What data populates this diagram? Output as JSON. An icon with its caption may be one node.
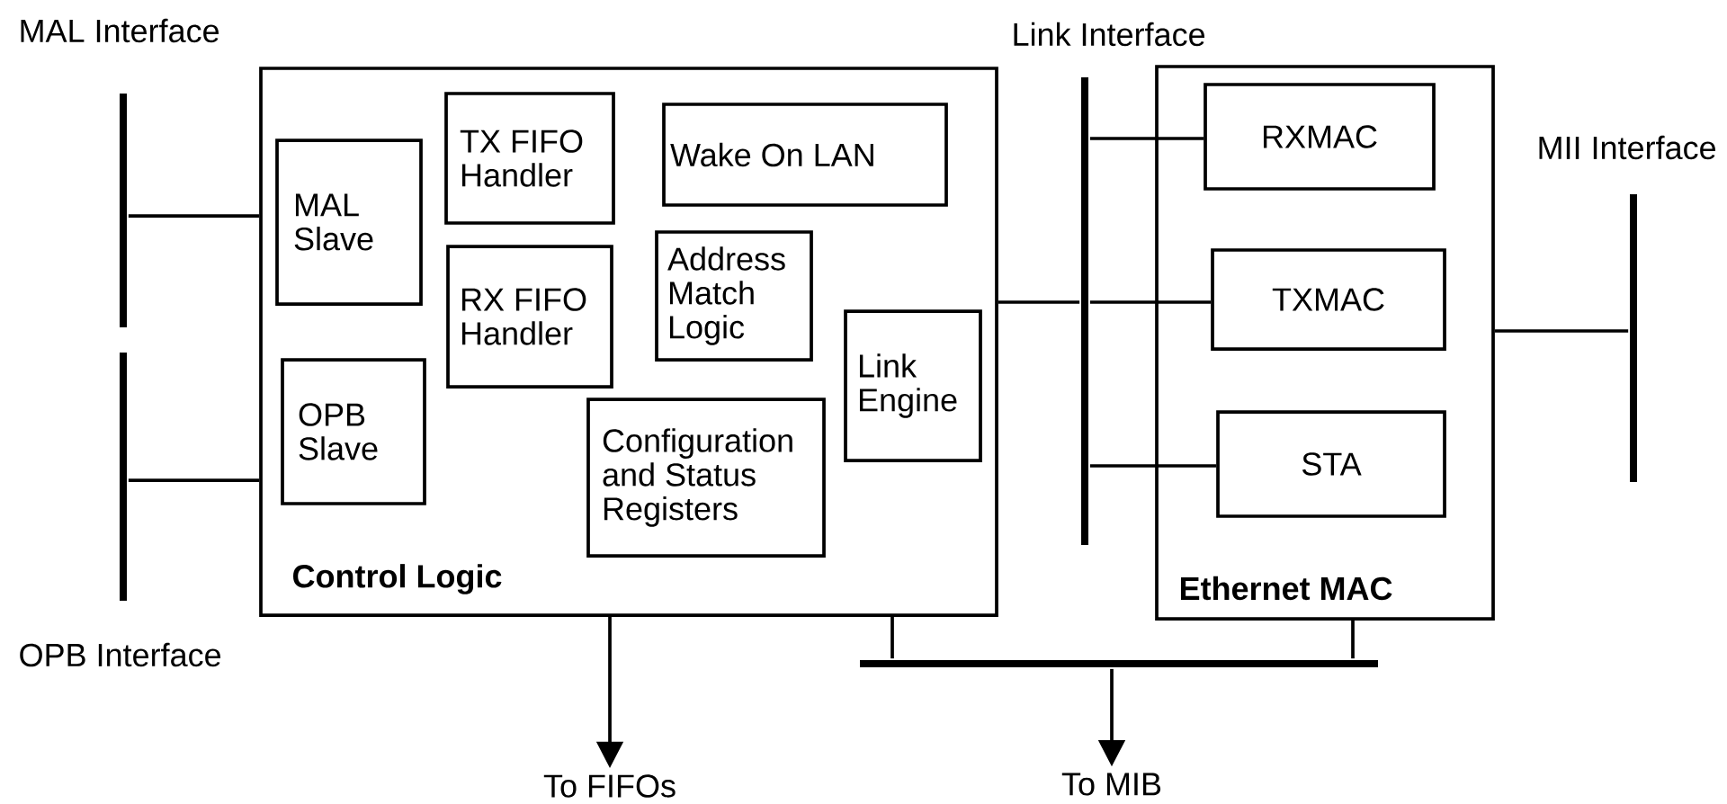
{
  "diagram": {
    "nodes": [
      {
        "text": [
          "Control Logic"
        ]
      },
      {
        "text": [
          "MAL Slave"
        ],
        "in": 0
      },
      {
        "text": [
          "OPB Slave"
        ],
        "in": 0
      },
      {
        "text": [
          "TX FIFO Handler"
        ],
        "in": 0
      },
      {
        "text": [
          "RX FIFO Handler"
        ],
        "in": 0
      },
      {
        "text": [
          "Wake On LAN"
        ],
        "in": 0
      },
      {
        "text": [
          "Address Match Logic"
        ],
        "in": 0
      },
      {
        "text": [
          "Configuration and Status Registers"
        ],
        "in": 0
      },
      {
        "text": [
          "Link Engine"
        ],
        "in": 0
      },
      {
        "text": [
          "Ethernet MAC"
        ]
      },
      {
        "text": [
          "RXMAC"
        ],
        "in": 9
      },
      {
        "text": [
          "TXMAC"
        ],
        "in": 9
      },
      {
        "text": [
          "STA"
        ],
        "in": 9
      },
      {
        "text": [],
        "shape": "bar",
        "beside": [
          "MAL Interface"
        ]
      },
      {
        "text": [],
        "shape": "bar",
        "beside": [
          "OPB Interface"
        ]
      },
      {
        "text": [],
        "shape": "bar",
        "beside": [
          "Link Interface"
        ]
      },
      {
        "text": [],
        "shape": "bar",
        "beside": [
          "MII Interface"
        ]
      },
      {
        "text": [],
        "shape": "bar"
      },
      {
        "text": [
          "To FIFOs"
        ]
      },
      {
        "text": [
          "To MIB"
        ]
      }
    ],
    "edges": [
      {
        "from": 13,
        "to": 0,
        "arrow": "none"
      },
      {
        "from": 14,
        "to": 0,
        "arrow": "none"
      },
      {
        "from": 15,
        "to": 10,
        "arrow": "none"
      },
      {
        "from": 0,
        "to": 15,
        "arrow": "none"
      },
      {
        "from": 15,
        "to": 11,
        "arrow": "none"
      },
      {
        "from": 15,
        "to": 12,
        "arrow": "none"
      },
      {
        "from": 9,
        "to": 16,
        "arrow": "none"
      },
      {
        "from": 0,
        "to": 17,
        "arrow": "none"
      },
      {
        "from": 9,
        "to": 17,
        "arrow": "none"
      },
      {
        "from": 0,
        "to": 18,
        "arrow": "to"
      },
      {
        "from": 17,
        "to": 19,
        "arrow": "to"
      }
    ]
  }
}
